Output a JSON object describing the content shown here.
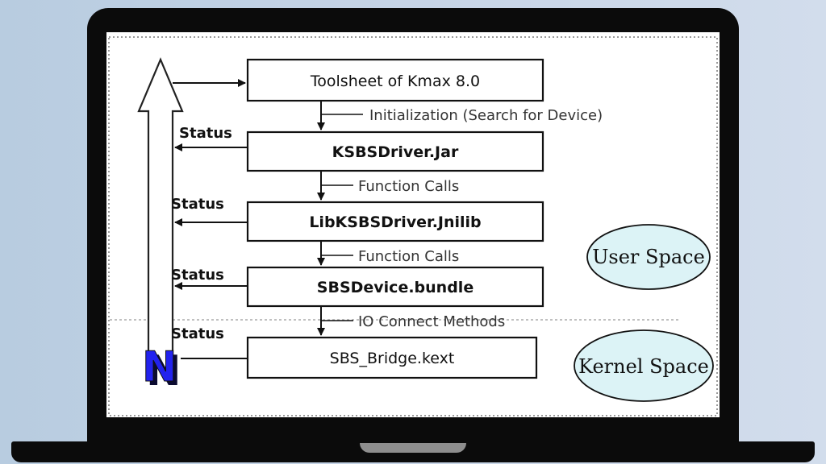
{
  "diagram": {
    "boxes": [
      {
        "id": "toolsheet",
        "label": "Toolsheet of Kmax 8.0"
      },
      {
        "id": "jar",
        "label": "KSBSDriver.Jar"
      },
      {
        "id": "jnilib",
        "label": "LibKSBSDriver.Jnilib"
      },
      {
        "id": "bundle",
        "label": "SBSDevice.bundle"
      },
      {
        "id": "kext",
        "label": "SBS_Bridge.kext"
      }
    ],
    "edge_labels": [
      "Initialization (Search for Device)",
      "Function Calls",
      "Function Calls",
      "IO Connect Methods"
    ],
    "status_labels": [
      "Status",
      "Status",
      "Status",
      "Status"
    ],
    "regions": {
      "user_space": "User Space",
      "kernel_space": "Kernel Space"
    },
    "logo_letter": "N",
    "colors": {
      "ellipse_fill": "#dcf3f6",
      "logo_fill": "#2222ee",
      "screen_border": "#9a9a9a"
    }
  }
}
